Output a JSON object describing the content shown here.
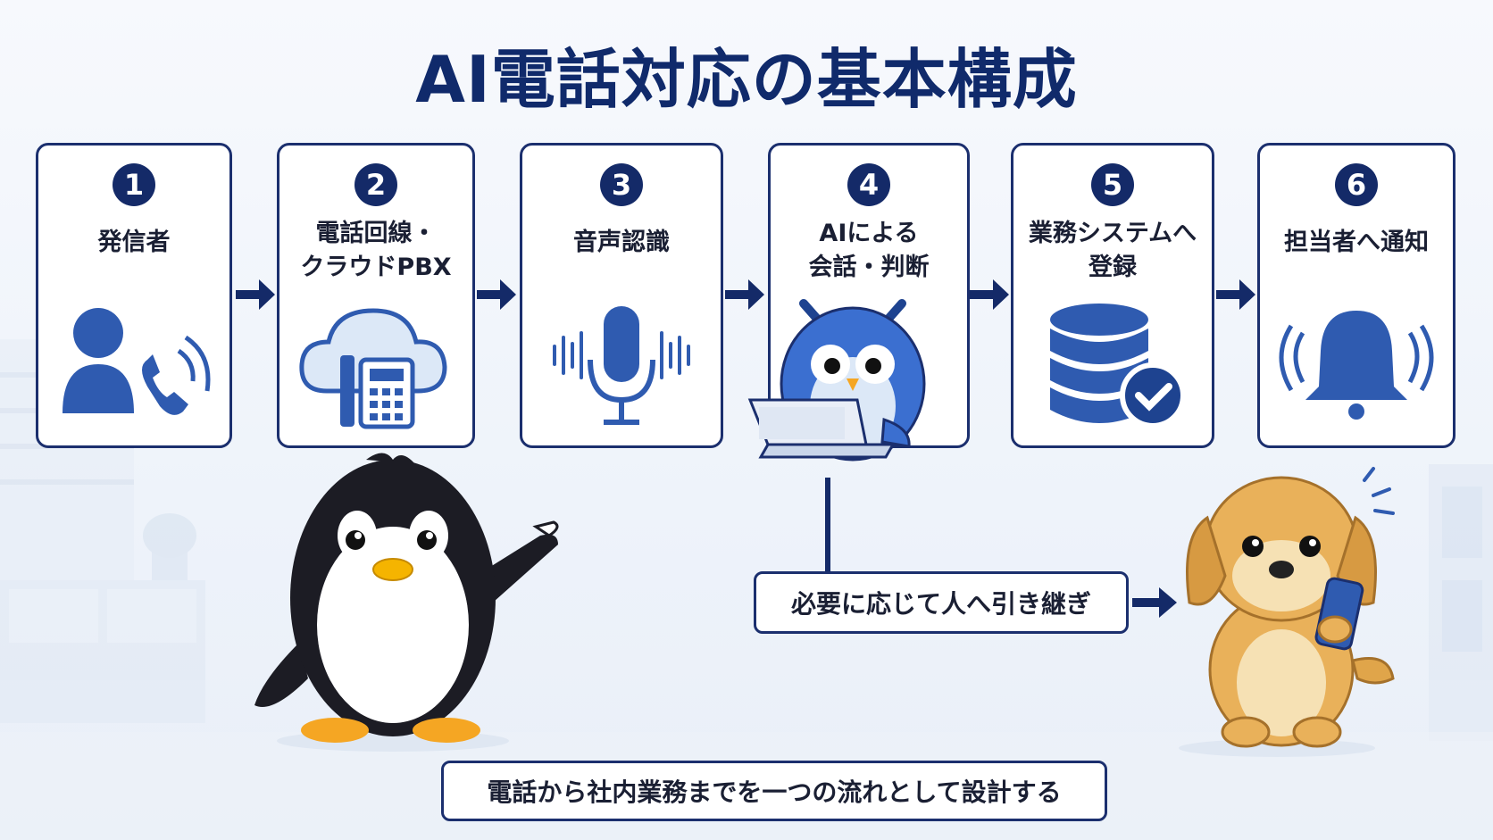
{
  "title": "AI電話対応の基本構成",
  "steps": [
    {
      "num": "1",
      "label": "発信者"
    },
    {
      "num": "2",
      "label": "電話回線・\nクラウドPBX"
    },
    {
      "num": "3",
      "label": "音声認識"
    },
    {
      "num": "4",
      "label": "AIによる\n会話・判断"
    },
    {
      "num": "5",
      "label": "業務システムへ\n登録"
    },
    {
      "num": "6",
      "label": "担当者へ通知"
    }
  ],
  "handoff": "必要に応じて人へ引き継ぎ",
  "footer": "電話から社内業務までを一つの流れとして設計する",
  "icons": [
    "person-phone-icon",
    "cloud-pbx-icon",
    "microphone-icon",
    "owl-laptop-icon",
    "database-check-icon",
    "bell-icon"
  ],
  "colors": {
    "navy": "#142a68",
    "accent": "#2f5bb0",
    "light": "#dce8f7"
  }
}
